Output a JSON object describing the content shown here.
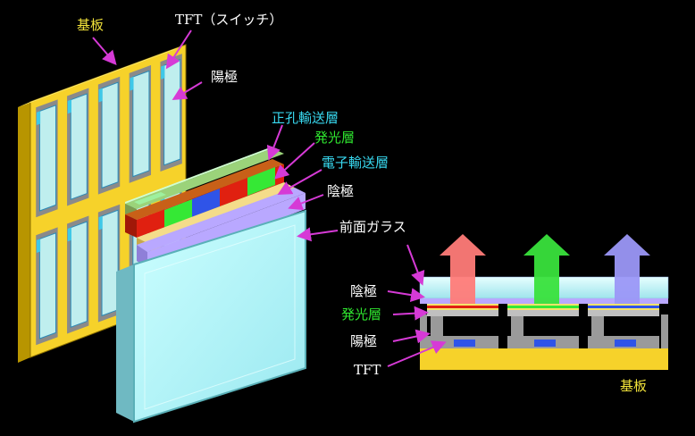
{
  "colors": {
    "background": "#000000",
    "substrate": "#f6d22a",
    "pointer": "#d63ad6",
    "label_white": "#ffffff",
    "label_yellow": "#f2e33a",
    "label_cyan": "#38d8ef",
    "label_green": "#2fe62f",
    "glass": "#a8f2f4",
    "cathode": "#b9a8ff",
    "red": "#e02010",
    "green": "#35e835",
    "blue": "#2f54e8",
    "arrow_red": "#ff7b78",
    "arrow_green": "#39e23c",
    "arrow_blue": "#9b97f7"
  },
  "exploded_view": {
    "substrate_label": "基板",
    "tft_label": "TFT（スイッチ）",
    "anode_label": "陽極",
    "hole_transport_label": "正孔輸送層",
    "emissive_label": "発光層",
    "electron_transport_label": "電子輸送層",
    "cathode_label": "陰極",
    "front_glass_label": "前面ガラス"
  },
  "cross_section": {
    "cathode_label": "陰極",
    "emissive_label": "発光層",
    "anode_label": "陽極",
    "tft_label": "TFT",
    "substrate_label": "基板"
  }
}
